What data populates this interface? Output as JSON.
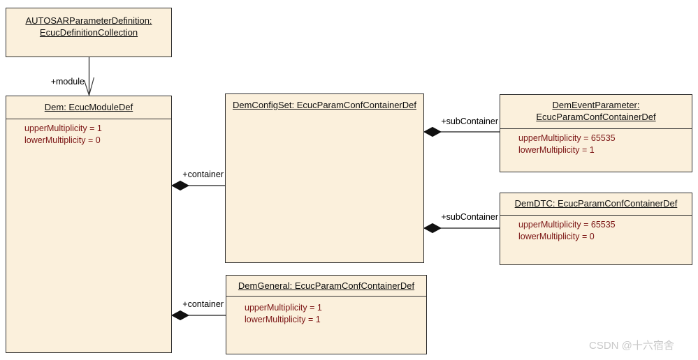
{
  "diagram": {
    "nodes": {
      "autosar": {
        "title_line1": "AUTOSARParameterDefinition:",
        "title_line2": "EcucDefinitionCollection"
      },
      "dem": {
        "title": "Dem: EcucModuleDef",
        "attrs": [
          "upperMultiplicity = 1",
          "lowerMultiplicity = 0"
        ]
      },
      "demConfigSet": {
        "title": "DemConfigSet: EcucParamConfContainerDef"
      },
      "demEventParameter": {
        "title_line1": "DemEventParameter:",
        "title_line2": "EcucParamConfContainerDef",
        "attrs": [
          "upperMultiplicity = 65535",
          "lowerMultiplicity = 1"
        ]
      },
      "demDTC": {
        "title": "DemDTC: EcucParamConfContainerDef",
        "attrs": [
          "upperMultiplicity = 65535",
          "lowerMultiplicity = 0"
        ]
      },
      "demGeneral": {
        "title": "DemGeneral: EcucParamConfContainerDef",
        "attrs": [
          "upperMultiplicity = 1",
          "lowerMultiplicity = 1"
        ]
      }
    },
    "connectors": {
      "module": {
        "label": "+module"
      },
      "container1": {
        "label": "+container"
      },
      "container2": {
        "label": "+container"
      },
      "subContainer1": {
        "label": "+subContainer"
      },
      "subContainer2": {
        "label": "+subContainer"
      }
    },
    "colors": {
      "node_fill": "#FBF0DC",
      "node_border": "#2f2f2f",
      "title_text": "#101010",
      "attribute_text": "#7B1414",
      "connector_line": "#000000",
      "watermark_text": "#C9C9C9"
    },
    "watermark": "CSDN @十六宿舍"
  }
}
